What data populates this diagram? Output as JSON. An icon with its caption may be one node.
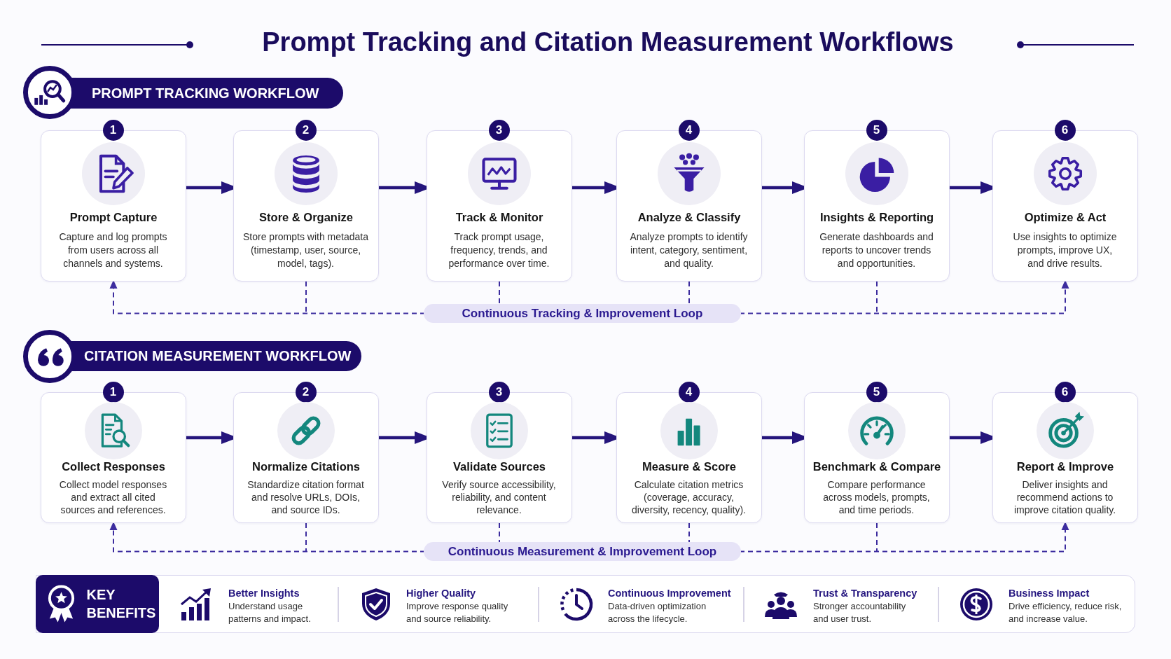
{
  "diagram": {
    "title": "Prompt Tracking and Citation Measurement Workflows",
    "nodes": [
      {
        "text": [
          "PROMPT TRACKING WORKFLOW"
        ]
      },
      {
        "text": [
          "1",
          "Prompt Capture",
          "Capture and log prompts from users across all channels and systems."
        ]
      },
      {
        "text": [
          "2",
          "Store & Organize",
          "Store prompts with metadata (timestamp, user, source, model, tags)."
        ]
      },
      {
        "text": [
          "3",
          "Track & Monitor",
          "Track prompt usage, frequency, trends, and performance over time."
        ]
      },
      {
        "text": [
          "4",
          "Analyze & Classify",
          "Analyze prompts to identify intent, category, sentiment, and quality."
        ]
      },
      {
        "text": [
          "5",
          "Insights & Reporting",
          "Generate dashboards and reports to uncover trends and opportunities."
        ]
      },
      {
        "text": [
          "6",
          "Optimize & Act",
          "Use insights to optimize prompts, improve UX, and drive results."
        ]
      },
      {
        "text": [
          "Continuous Tracking & Improvement Loop"
        ]
      },
      {
        "text": [
          "CITATION MEASUREMENT WORKFLOW"
        ]
      },
      {
        "text": [
          "1",
          "Collect Responses",
          "Collect model responses and extract all cited sources and references."
        ]
      },
      {
        "text": [
          "2",
          "Normalize Citations",
          "Standardize citation format and resolve URLs, DOIs, and source IDs."
        ]
      },
      {
        "text": [
          "3",
          "Validate Sources",
          "Verify source accessibility, reliability, and content relevance."
        ]
      },
      {
        "text": [
          "4",
          "Measure & Score",
          "Calculate citation metrics (coverage, accuracy, diversity, recency, quality)."
        ]
      },
      {
        "text": [
          "5",
          "Benchmark & Compare",
          "Compare performance across models, prompts, and time periods."
        ]
      },
      {
        "text": [
          "6",
          "Report & Improve",
          "Deliver insights and recommend actions to improve citation quality."
        ]
      },
      {
        "text": [
          "Continuous Measurement & Improvement Loop"
        ]
      },
      {
        "text": [
          "Better Insights",
          "Understand usage patterns and impact.",
          "Higher Quality",
          "Improve response quality and source reliability.",
          "Continuous Improvement",
          "Data-driven optimization across the lifecycle.",
          "Trust & Transparency",
          "Stronger accountability and user trust.",
          "Business Impact",
          "Drive efficiency, reduce risk, and increase value."
        ]
      },
      {
        "text": [
          "KEY BENEFITS"
        ],
        "in": 16
      }
    ],
    "edges": [
      {
        "from": 1,
        "to": 2,
        "arrow": "to"
      },
      {
        "from": 2,
        "to": 3,
        "arrow": "to"
      },
      {
        "from": 3,
        "to": 4,
        "arrow": "to"
      },
      {
        "from": 4,
        "to": 5,
        "arrow": "to"
      },
      {
        "from": 5,
        "to": 6,
        "arrow": "to"
      },
      {
        "from": 2,
        "to": 7,
        "arrow": "none",
        "style": "dashed"
      },
      {
        "from": 3,
        "to": 7,
        "arrow": "none",
        "style": "dashed"
      },
      {
        "from": 4,
        "to": 7,
        "arrow": "none",
        "style": "dashed"
      },
      {
        "from": 5,
        "to": 7,
        "arrow": "none",
        "style": "dashed"
      },
      {
        "from": 7,
        "to": 1,
        "arrow": "to",
        "style": "dashed"
      },
      {
        "from": 7,
        "to": 6,
        "arrow": "to",
        "style": "dashed"
      },
      {
        "from": 9,
        "to": 10,
        "arrow": "to"
      },
      {
        "from": 10,
        "to": 11,
        "arrow": "to"
      },
      {
        "from": 11,
        "to": 12,
        "arrow": "to"
      },
      {
        "from": 12,
        "to": 13,
        "arrow": "to"
      },
      {
        "from": 13,
        "to": 14,
        "arrow": "to"
      },
      {
        "from": 10,
        "to": 15,
        "arrow": "none",
        "style": "dashed"
      },
      {
        "from": 11,
        "to": 15,
        "arrow": "none",
        "style": "dashed"
      },
      {
        "from": 12,
        "to": 15,
        "arrow": "none",
        "style": "dashed"
      },
      {
        "from": 13,
        "to": 15,
        "arrow": "none",
        "style": "dashed"
      },
      {
        "from": 15,
        "to": 9,
        "arrow": "to",
        "style": "dashed"
      },
      {
        "from": 15,
        "to": 14,
        "arrow": "to",
        "style": "dashed"
      }
    ]
  }
}
